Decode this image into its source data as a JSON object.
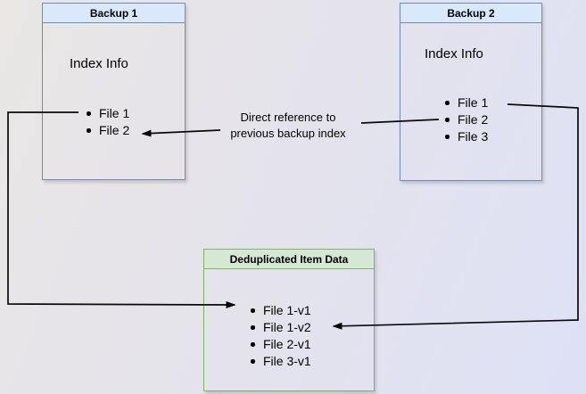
{
  "diagram": {
    "background_gradient": [
      "#e9e6e4",
      "#dee1f6"
    ],
    "edge_color": "#000000"
  },
  "backup1": {
    "title": "Backup 1",
    "index_label": "Index Info",
    "files": [
      "File 1",
      "File 2"
    ],
    "header_fill": "#dae8fc",
    "border_color": "#6c8ebf"
  },
  "backup2": {
    "title": "Backup 2",
    "index_label": "Index Info",
    "files": [
      "File 1",
      "File 2",
      "File 3"
    ],
    "header_fill": "#dae8fc",
    "border_color": "#6c8ebf"
  },
  "dedup": {
    "title": "Deduplicated Item Data",
    "items": [
      "File 1-v1",
      "File 1-v2",
      "File 2-v1",
      "File 3-v1"
    ],
    "header_fill": "#d5e8d4",
    "border_color": "#82b366"
  },
  "annotation": {
    "line1": "Direct reference to",
    "line2": "previous backup index"
  },
  "edges": [
    {
      "from": "Backup 1 / File 1",
      "to": "Deduplicated Item Data / File 1-v1",
      "style": "elbow-arrow"
    },
    {
      "from": "Backup 2 / File 1",
      "to": "Deduplicated Item Data / File 1-v2",
      "style": "elbow-arrow"
    },
    {
      "from": "Backup 2 / File 2",
      "to": "Backup 1 / File 2",
      "style": "straight-arrow",
      "label": "Direct reference to previous backup index"
    }
  ]
}
